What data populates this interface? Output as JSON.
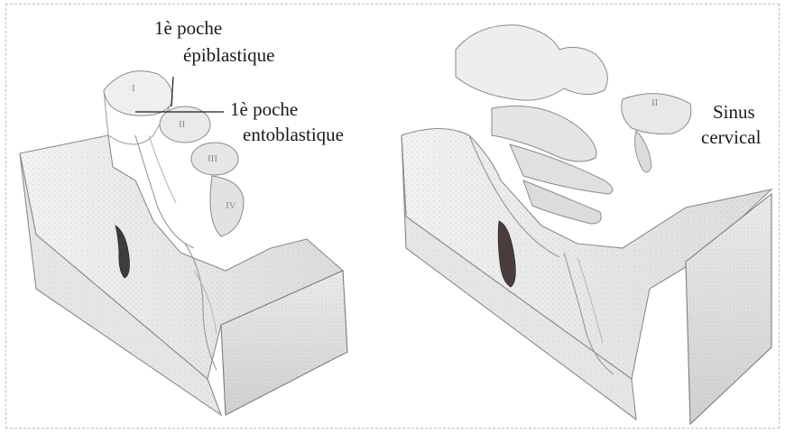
{
  "labels": {
    "epi_line1": "1è poche",
    "epi_line2": "épiblastique",
    "ento_line1": "1è poche",
    "ento_line2": "entoblastique",
    "sinus_line1": "Sinus",
    "sinus_line2": "cervical"
  },
  "arch_numerals": {
    "left": [
      "I",
      "II",
      "III",
      "IV"
    ],
    "right": [
      "II"
    ]
  },
  "colors": {
    "ink": "#1a1a1a",
    "shading": "#9a9a9a",
    "structure_dark": "#3c3c3c",
    "structure_mid": "#7a6a6a"
  }
}
